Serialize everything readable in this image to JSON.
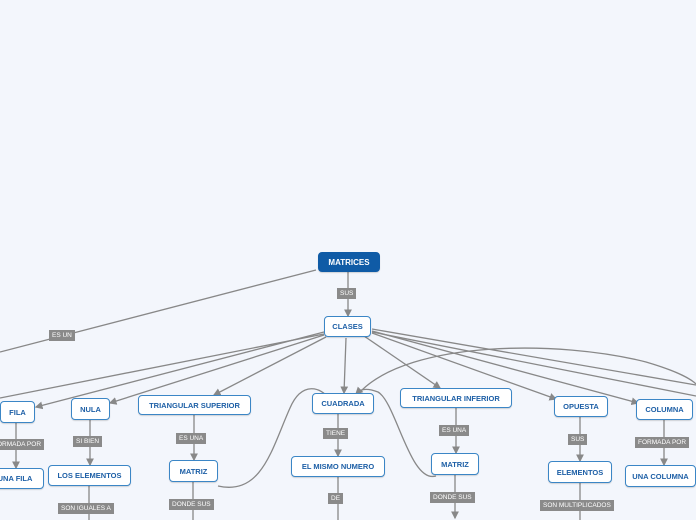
{
  "nodes": {
    "root": "MATRICES",
    "clases": "CLASES",
    "fila": "FILA",
    "una_fila": "UNA FILA",
    "nula": "NULA",
    "los_elementos": "LOS ELEMENTOS",
    "triangular_superior": "TRIANGULAR SUPERIOR",
    "matriz_sup": "MATRIZ",
    "cuadrada": "CUADRADA",
    "mismo_numero": "EL MISMO NUMERO",
    "triangular_inferior": "TRIANGULAR INFERIOR",
    "matriz_inf": "MATRIZ",
    "opuesta": "OPUESTA",
    "elementos": "ELEMENTOS",
    "columna": "COLUMNA",
    "una_columna": "UNA COLUMNA"
  },
  "labels": {
    "sus": "SUS",
    "es_un": "ES UN",
    "formada_por_fila": "FORMADA POR",
    "si_bien": "SI BIEN",
    "son_iguales_a": "SON IGUALES A",
    "es_una_sup": "ES UNA",
    "donde_sus_sup": "DONDE SUS",
    "tiene": "TIENE",
    "de": "DE",
    "es_una_inf": "ES UNA",
    "donde_sus_inf": "DONDE SUS",
    "sus_opuesta": "SUS",
    "son_multiplicados": "SON MULTIPLICADOS",
    "formada_por_columna": "FORMADA POR"
  },
  "colors": {
    "node_border": "#3b86c6",
    "node_text": "#1d5fa6",
    "root_fill": "#0f5ba6",
    "label_fill": "#8a8a8a",
    "line": "#888888",
    "background": "#f3f6fc"
  }
}
